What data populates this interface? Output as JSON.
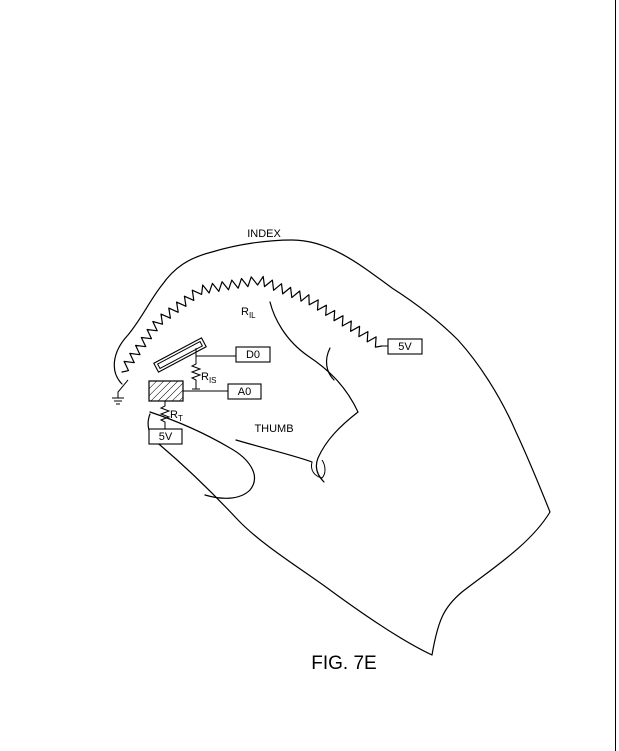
{
  "figure": {
    "caption": "FIG. 7E",
    "labels": {
      "index": "INDEX",
      "thumb": "THUMB",
      "r_il": {
        "main": "R",
        "sub": "IL"
      },
      "r_is": {
        "main": "R",
        "sub": "IS"
      },
      "r_t": {
        "main": "R",
        "sub": "T"
      }
    },
    "boxes": {
      "d0": "D0",
      "a0": "A0",
      "five_v_index": "5V",
      "five_v_thumb": "5V"
    }
  }
}
